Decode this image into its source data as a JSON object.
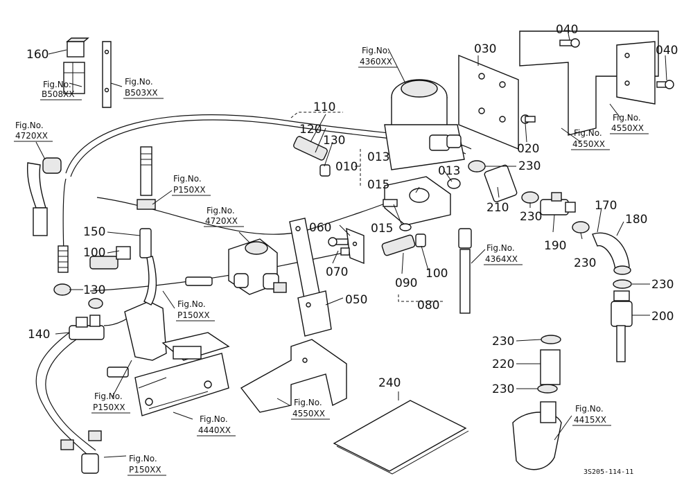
{
  "part_numbers": {
    "p010": "010",
    "p013a": "013",
    "p013b": "013",
    "p015a": "015",
    "p015b": "015",
    "p020": "020",
    "p030": "030",
    "p040a": "040",
    "p040b": "040",
    "p050": "050",
    "p060": "060",
    "p070": "070",
    "p080": "080",
    "p090": "090",
    "p100a": "100",
    "p100b": "100",
    "p110": "110",
    "p120": "120",
    "p130a": "130",
    "p130b": "130",
    "p140": "140",
    "p150": "150",
    "p160": "160",
    "p170": "170",
    "p180": "180",
    "p190": "190",
    "p200": "200",
    "p210": "210",
    "p220": "220",
    "p230a": "230",
    "p230b": "230",
    "p230c": "230",
    "p230d": "230",
    "p230e": "230",
    "p230f": "230",
    "p240": "240"
  },
  "fig_refs": {
    "label": "Fig.No.",
    "b508": "B508XX",
    "b503": "B503XX",
    "f4720a": "4720XX",
    "f4720b": "4720XX",
    "p150a": "P150XX",
    "p150b": "P150XX",
    "p150c": "P150XX",
    "p150d": "P150XX",
    "f4360": "4360XX",
    "f4550a": "4550XX",
    "f4550b": "4550XX",
    "f4550c": "4550XX",
    "f4364": "4364XX",
    "f4440": "4440XX",
    "f4415": "4415XX"
  },
  "drawing_code": "3S205-114-11"
}
